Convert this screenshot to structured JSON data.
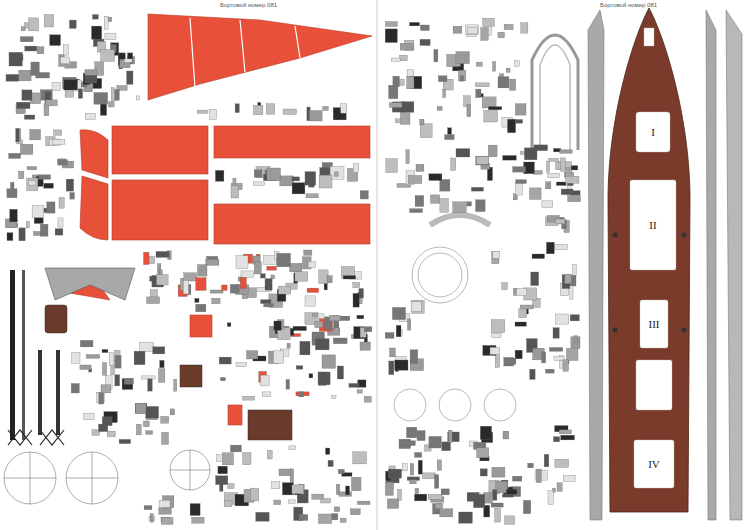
{
  "diagram": {
    "labels": [
      "Бортовой номер 081",
      "Бортовой номер 081",
      "I",
      "II",
      "III",
      "IV"
    ]
  }
}
